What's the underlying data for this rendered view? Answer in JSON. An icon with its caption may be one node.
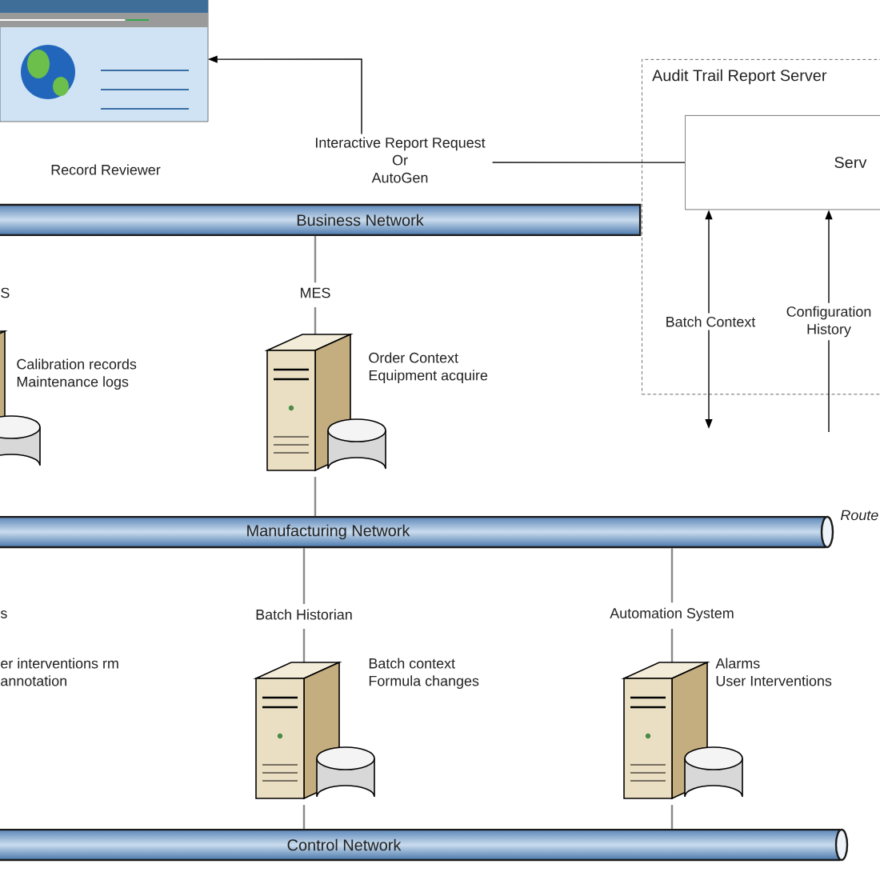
{
  "diagram": {
    "nodes": [
      {
        "text": [
          "Record Reviewer"
        ]
      },
      {
        "text": [
          "Audit Trail Report Server"
        ]
      },
      {
        "text": [
          "Serv"
        ],
        "in": 1
      },
      {
        "text": [
          "Business Network"
        ]
      },
      {
        "text": [
          "Manufacturing Network"
        ]
      },
      {
        "text": [
          "Control Network"
        ]
      },
      {
        "text": [
          "S",
          "Calibration records Maintenance logs"
        ]
      },
      {
        "text": [
          "MES",
          "Order Context Equipment acquire"
        ]
      },
      {
        "text": [
          "Batch Historian",
          "Batch context Formula changes"
        ]
      },
      {
        "text": [
          "Automation System",
          "Alarms User Interventions"
        ]
      }
    ],
    "edges": [
      {
        "from": 2,
        "to": 0,
        "arrow": "to",
        "label": "Interactive Report Request Or AutoGen",
        "color": "#000000"
      },
      {
        "from": 2,
        "to": null,
        "arrow": "both",
        "label": "Batch Context",
        "color": "#000000"
      },
      {
        "from": null,
        "to": 2,
        "arrow": "to",
        "label": "Configuration History",
        "color": "#000000"
      },
      {
        "from": 3,
        "to": 7,
        "arrow": "none"
      },
      {
        "from": 7,
        "to": 4,
        "arrow": "none"
      },
      {
        "from": 4,
        "to": 8,
        "arrow": "none"
      },
      {
        "from": 8,
        "to": 5,
        "arrow": "none"
      },
      {
        "from": 4,
        "to": 9,
        "arrow": "none"
      },
      {
        "from": 9,
        "to": 5,
        "arrow": "none"
      }
    ],
    "labels": [
      "Route",
      "s",
      "er interventions rm annotation"
    ]
  }
}
